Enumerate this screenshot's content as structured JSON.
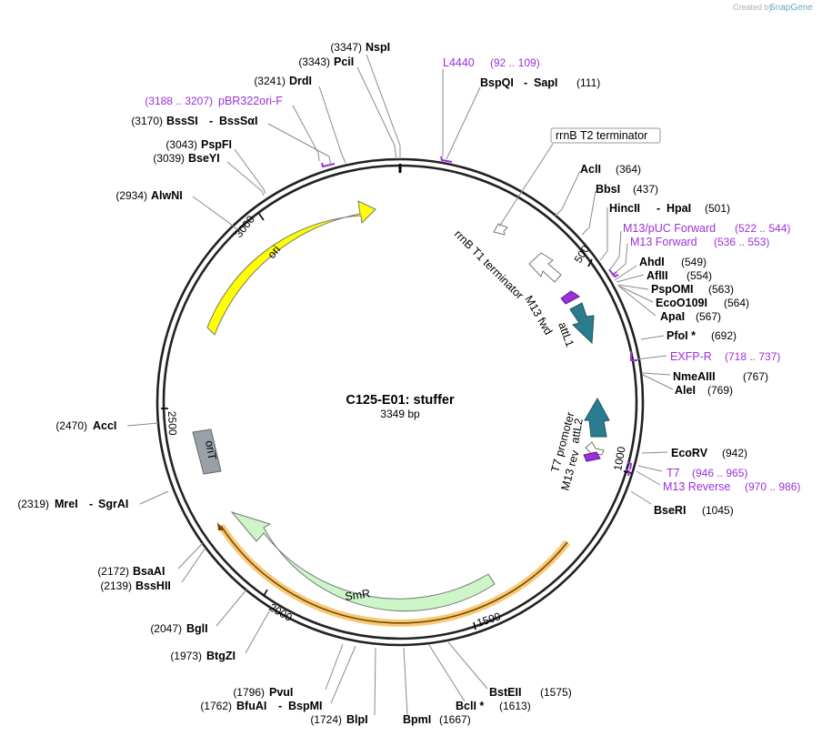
{
  "watermark": {
    "created_by": "Created by",
    "brand": "SnapGene"
  },
  "plasmid": {
    "name": "C125-E01: stuffer",
    "length": "3349 bp"
  },
  "ticks": [
    "500",
    "1000",
    "1500",
    "2000",
    "2500",
    "3000"
  ],
  "enzymes": {
    "nspi": {
      "pos": "(3347)",
      "name": "NspI"
    },
    "pcii": {
      "pos": "(3343)",
      "name": "PciI"
    },
    "drdi": {
      "pos": "(3241)",
      "name": "DrdI"
    },
    "bsssi": {
      "pos": "(3170)",
      "name": "BssSI",
      "sep": "-",
      "name2": "BssSαI"
    },
    "pspfi": {
      "pos": "(3043)",
      "name": "PspFI"
    },
    "bseyi": {
      "pos": "(3039)",
      "name": "BseYI"
    },
    "alwni": {
      "pos": "(2934)",
      "name": "AlwNI"
    },
    "acci": {
      "pos": "(2470)",
      "name": "AccI"
    },
    "mrei": {
      "pos": "(2319)",
      "name": "MreI",
      "sep": "-",
      "name2": "SgrAI"
    },
    "bsaai": {
      "pos": "(2172)",
      "name": "BsaAI"
    },
    "bsshii": {
      "pos": "(2139)",
      "name": "BssHII"
    },
    "bgli": {
      "pos": "(2047)",
      "name": "BglI"
    },
    "btgzi": {
      "pos": "(1973)",
      "name": "BtgZI"
    },
    "pvui": {
      "pos": "(1796)",
      "name": "PvuI"
    },
    "bfuai": {
      "pos": "(1762)",
      "name": "BfuAI",
      "sep": "-",
      "name2": "BspMI"
    },
    "blpi": {
      "pos": "(1724)",
      "name": "BlpI"
    },
    "bpmi": {
      "pos": "(1667)",
      "name": "BpmI"
    },
    "bcli": {
      "pos": "(1613)",
      "name": "BclI *"
    },
    "bsteii": {
      "pos": "(1575)",
      "name": "BstEII"
    },
    "bspqi": {
      "pos": "(111)",
      "name": "BspQI",
      "sep": "-",
      "name2": "SapI"
    },
    "acli": {
      "pos": "(364)",
      "name": "AclI"
    },
    "bbsi": {
      "pos": "(437)",
      "name": "BbsI"
    },
    "hincii": {
      "pos": "(501)",
      "name": "HincII",
      "sep": "-",
      "name2": "HpaI"
    },
    "ahdi": {
      "pos": "(549)",
      "name": "AhdI"
    },
    "aflii": {
      "pos": "(554)",
      "name": "AflII"
    },
    "pspomi": {
      "pos": "(563)",
      "name": "PspOMI"
    },
    "eco0109i": {
      "pos": "(564)",
      "name": "EcoO109I"
    },
    "apai": {
      "pos": "(567)",
      "name": "ApaI"
    },
    "pfoi": {
      "pos": "(692)",
      "name": "PfoI *"
    },
    "nmeaiii": {
      "pos": "(767)",
      "name": "NmeAIII"
    },
    "alei": {
      "pos": "(769)",
      "name": "AleI"
    },
    "ecorv": {
      "pos": "(942)",
      "name": "EcoRV"
    },
    "bseri": {
      "pos": "(1045)",
      "name": "BseRI"
    }
  },
  "primers": {
    "pbr322": {
      "pos": "(3188 .. 3207)",
      "name": "pBR322ori-F"
    },
    "l4440": {
      "name": "L4440",
      "pos": "(92 .. 109)"
    },
    "m13puc": {
      "name": "M13/pUC Forward",
      "pos": "(522 .. 544)"
    },
    "m13fwd": {
      "name": "M13 Forward",
      "pos": "(536 .. 553)"
    },
    "exfpr": {
      "name": "EXFP-R",
      "pos": "(718 .. 737)"
    },
    "t7": {
      "name": "T7",
      "pos": "(946 .. 965)"
    },
    "m13rev": {
      "name": "M13 Reverse",
      "pos": "(970 .. 986)"
    }
  },
  "features": {
    "rrnb_t2": "rrnB T2 terminator",
    "rrnb_t1": "rrnB T1 terminator",
    "m13_fwd": "M13 fwd",
    "attl1": "attL1",
    "t7_promoter": "T7 promoter",
    "m13_rev": "M13 rev",
    "attl2": "attL2",
    "ori": "ori",
    "orit": "oriT",
    "smr": "SmR"
  },
  "colors": {
    "ori": "#ffff00",
    "smr": "#ccf5c8",
    "attl": "#2b7c8f",
    "primer": "#9b30d8",
    "orit": "#9aa0a8",
    "orf_highlight": "#f6c060"
  }
}
